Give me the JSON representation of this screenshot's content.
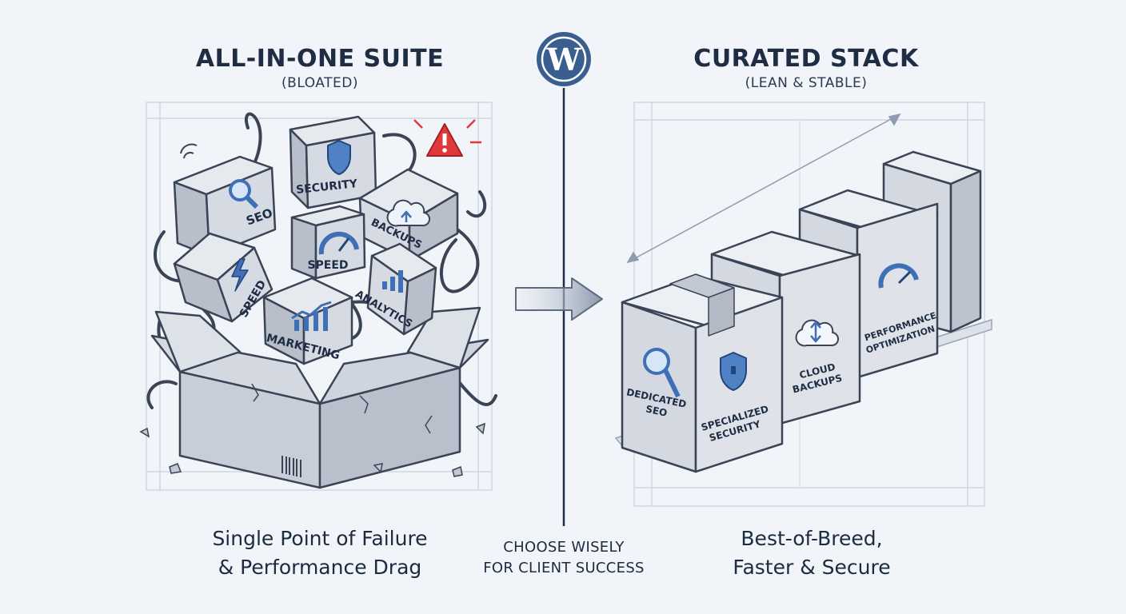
{
  "left": {
    "title": "ALL-IN-ONE SUITE",
    "subtitle": "(BLOATED)",
    "boxes": [
      "SEO",
      "SECURITY",
      "BACKUPS",
      "SPEED",
      "SPEED",
      "ANALYTICS",
      "MARKETING"
    ],
    "caption": [
      "Single Point of Failure",
      "& Performance Drag"
    ]
  },
  "center": {
    "logo": "W",
    "caption": [
      "CHOOSE WISELY",
      "FOR CLIENT SUCCESS"
    ]
  },
  "right": {
    "title": "CURATED STACK",
    "subtitle": "(LEAN & STABLE)",
    "blocks": [
      [
        "DEDICATED",
        "SEO"
      ],
      [
        "SPECIALIZED",
        "SECURITY"
      ],
      [
        "CLOUD",
        "BACKUPS"
      ],
      [
        "PERFORMANCE",
        "OPTIMIZATION"
      ]
    ],
    "caption": [
      "Best-of-Breed,",
      "Faster & Secure"
    ]
  },
  "colors": {
    "accent": "#3f6fb5",
    "warning": "#e0393c",
    "box_fill": "#d9dee6",
    "outline": "#3a4456"
  }
}
